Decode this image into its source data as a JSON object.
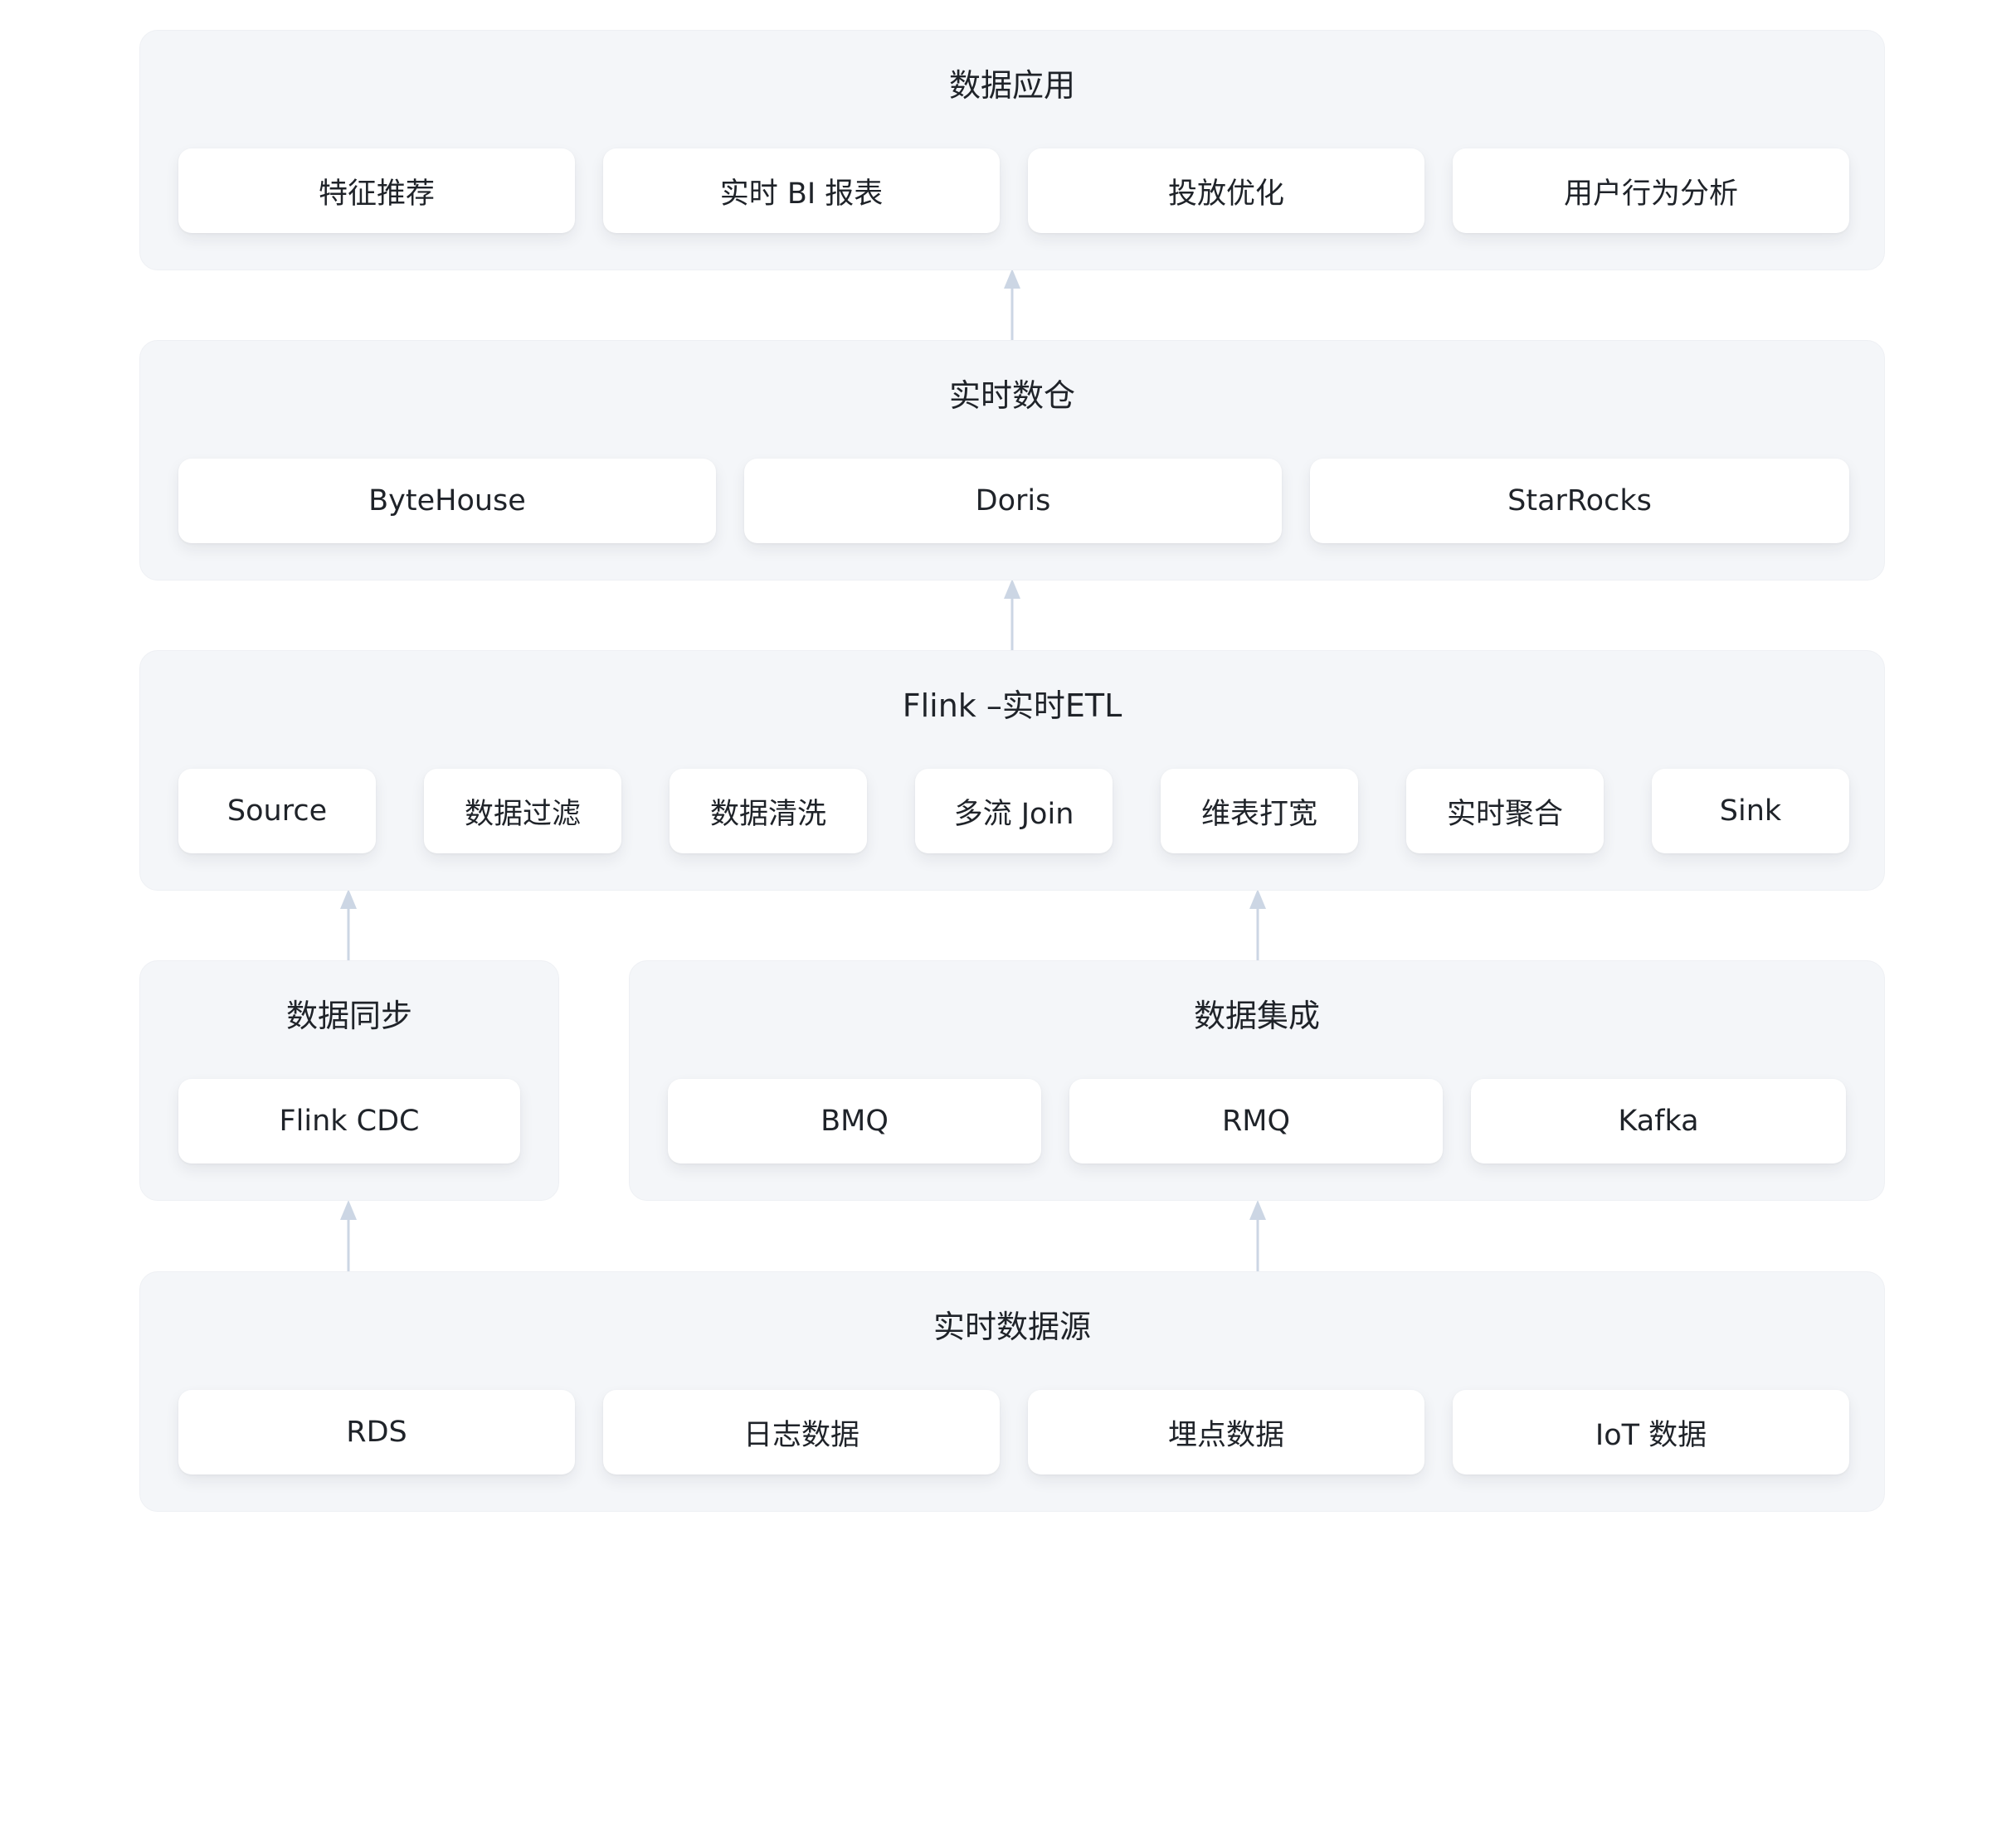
{
  "accent_colors": {
    "layer_bg": "#f4f6f9",
    "node_bg": "#ffffff",
    "connector": "#ccd6e4",
    "text": "#1f2329"
  },
  "layers": {
    "app": {
      "title": "数据应用",
      "nodes": [
        "特征推荐",
        "实时 BI 报表",
        "投放优化",
        "用户行为分析"
      ]
    },
    "warehouse": {
      "title": "实时数仓",
      "nodes": [
        "ByteHouse",
        "Doris",
        "StarRocks"
      ]
    },
    "etl": {
      "title": "Flink –实时ETL",
      "nodes": [
        "Source",
        "数据过滤",
        "数据清洗",
        "多流 Join",
        "维表打宽",
        "实时聚合",
        "Sink"
      ]
    },
    "sync": {
      "title": "数据同步",
      "nodes": [
        "Flink CDC"
      ]
    },
    "integration": {
      "title": "数据集成",
      "nodes": [
        "BMQ",
        "RMQ",
        "Kafka"
      ]
    },
    "source": {
      "title": "实时数据源",
      "nodes": [
        "RDS",
        "日志数据",
        "埋点数据",
        "IoT 数据"
      ]
    }
  }
}
